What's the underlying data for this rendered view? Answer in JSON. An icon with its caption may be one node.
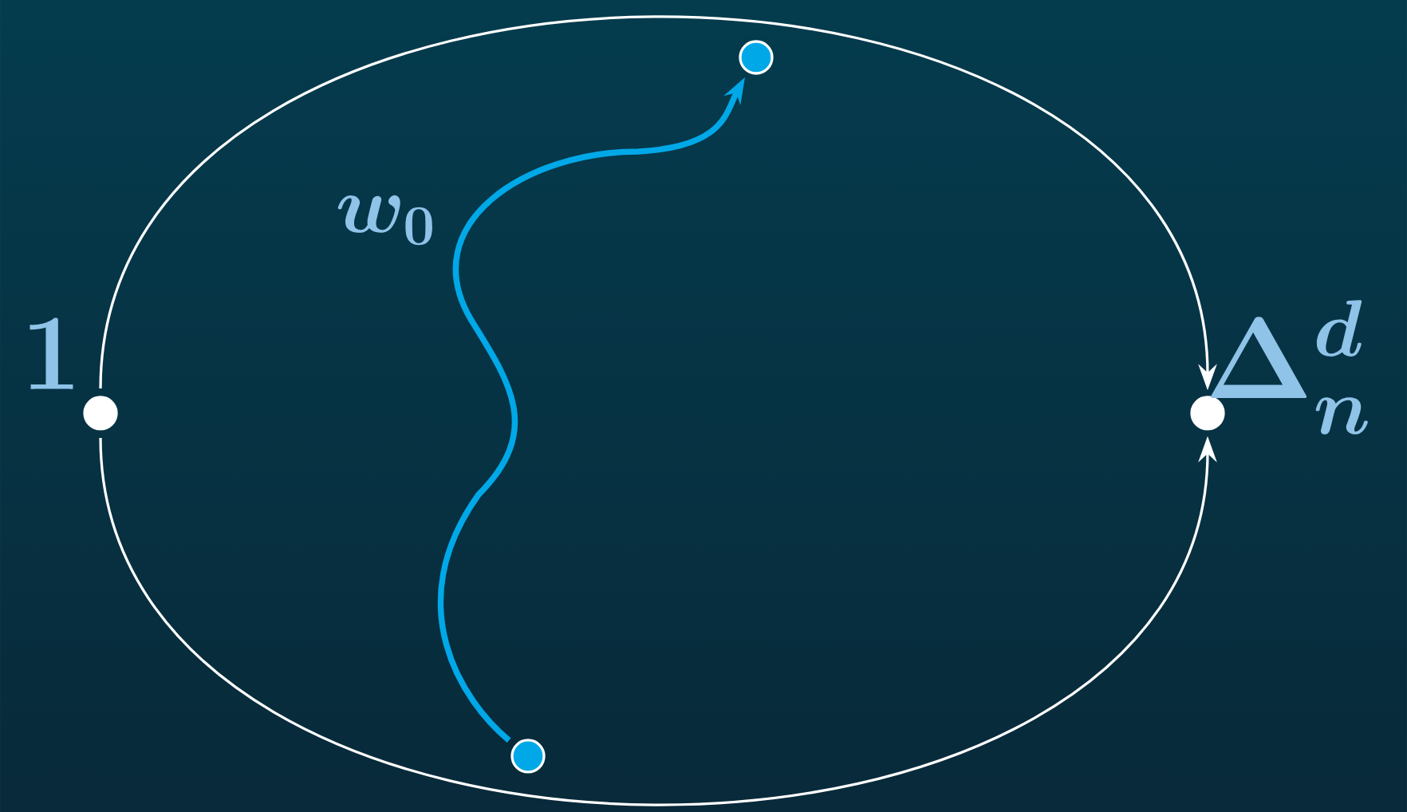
{
  "diagram": {
    "nodes": [
      {
        "text": [],
        "shape": "circle",
        "beside": [
          "1"
        ]
      },
      {
        "text": [],
        "shape": "circle",
        "beside": [
          "\\Delta_n^d"
        ]
      },
      {
        "text": [],
        "shape": "circle"
      },
      {
        "text": [],
        "shape": "circle"
      }
    ],
    "edges": [
      {
        "from": 0,
        "to": 1,
        "arrow": "to"
      },
      {
        "from": 0,
        "to": 1,
        "arrow": "to"
      },
      {
        "from": 2,
        "to": 3,
        "arrow": "to",
        "label": "w_0",
        "style": "thick",
        "color": "#00a8e8"
      }
    ]
  }
}
